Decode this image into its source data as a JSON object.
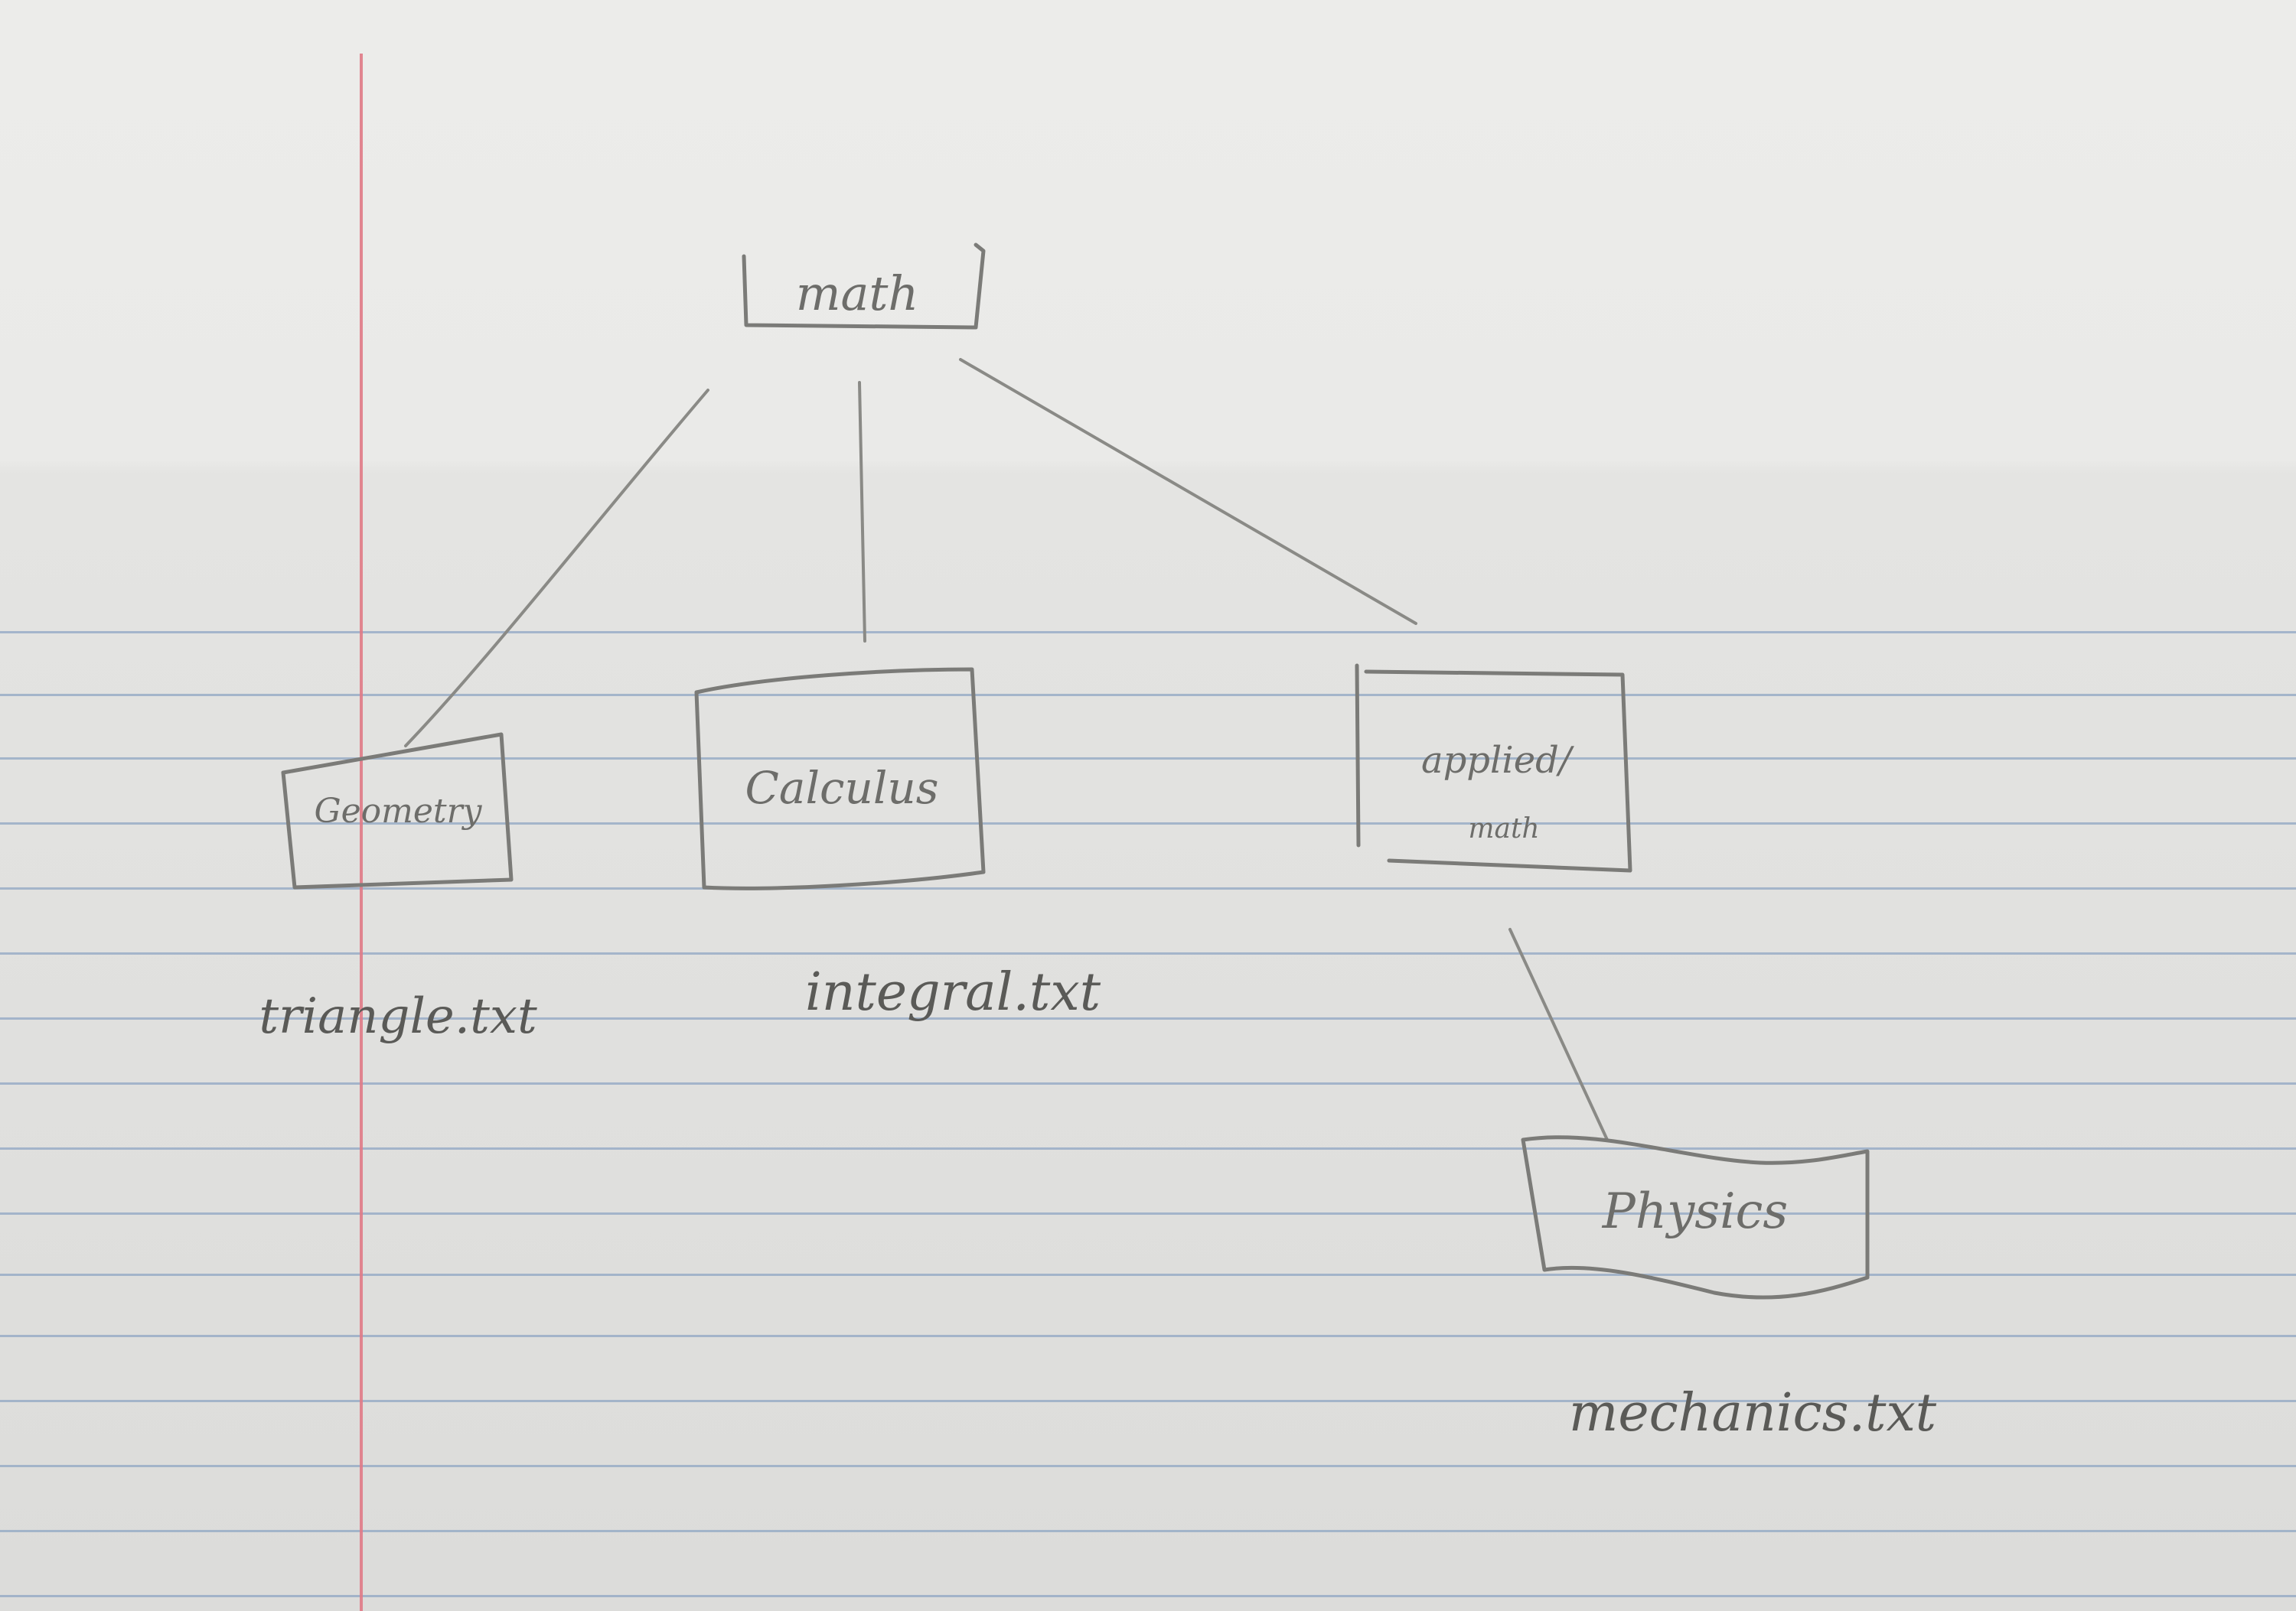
{
  "nodes": {
    "root": {
      "label": "math"
    },
    "geometry": {
      "label": "Geometry",
      "file": "triangle.txt"
    },
    "calculus": {
      "label": "Calculus",
      "file": "integral.txt"
    },
    "applied": {
      "label_line1": "applied/",
      "label_line2": "math"
    },
    "physics": {
      "label": "Physics",
      "file": "mechanics.txt"
    }
  },
  "colors": {
    "pencil": "#7b7b78",
    "ruled_line": "#8fa6c3",
    "margin_line": "#e07a86",
    "paper": "#e6e6e4"
  }
}
